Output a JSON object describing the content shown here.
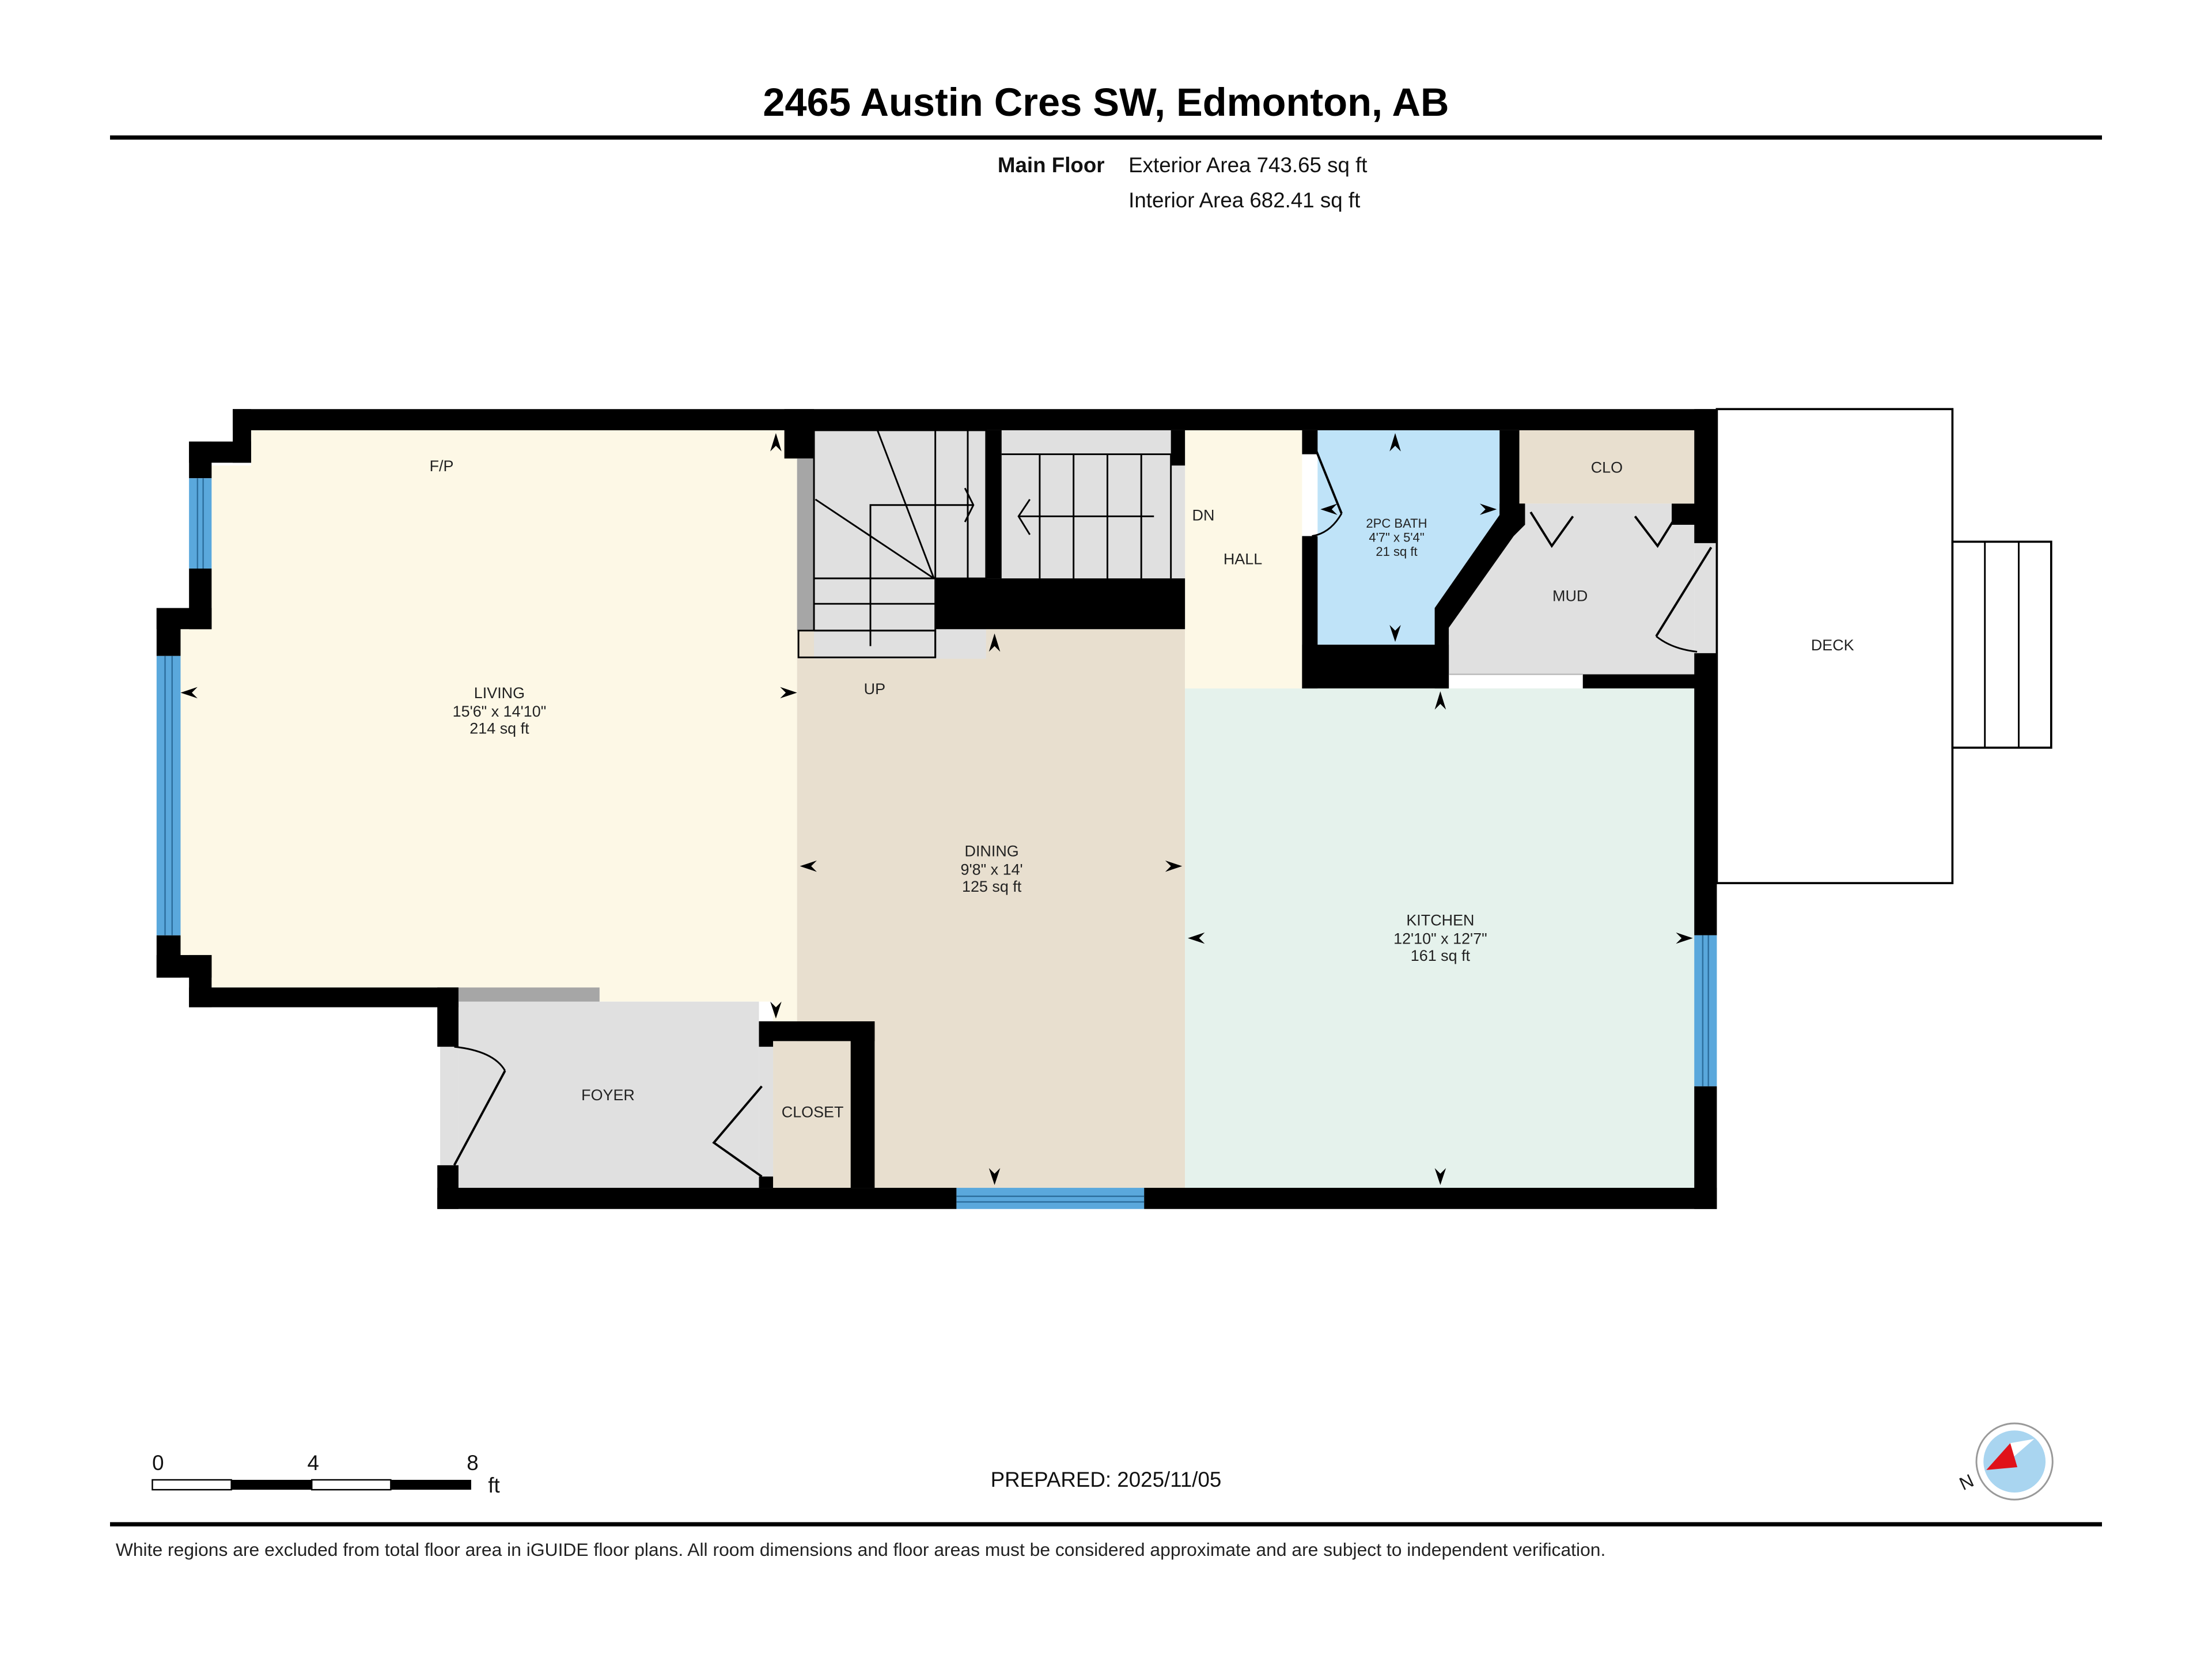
{
  "header": {
    "title": "2465 Austin Cres SW, Edmonton, AB",
    "floor_label": "Main Floor",
    "exterior_area": "Exterior Area 743.65 sq ft",
    "interior_area": "Interior Area 682.41 sq ft"
  },
  "rooms": {
    "living": {
      "name": "LIVING",
      "dims": "15'6\" x 14'10\"",
      "area": "214 sq ft",
      "color": "#fdf8e6"
    },
    "fireplace": {
      "label": "F/P"
    },
    "dining": {
      "name": "DINING",
      "dims": "9'8\" x 14'",
      "area": "125 sq ft",
      "color": "#e8dfcf"
    },
    "kitchen": {
      "name": "KITCHEN",
      "dims": "12'10\" x 12'7\"",
      "area": "161 sq ft",
      "color": "#e5f2ec"
    },
    "bath": {
      "name": "2PC BATH",
      "dims": "4'7\" x 5'4\"",
      "area": "21 sq ft",
      "color": "#bfe3f8"
    },
    "hall": {
      "name": "HALL",
      "color": "#fdf8e6"
    },
    "mud": {
      "name": "MUD",
      "color": "#e0e0e0"
    },
    "clo": {
      "name": "CLO",
      "color": "#e8dfcf"
    },
    "foyer": {
      "name": "FOYER",
      "color": "#e0e0e0"
    },
    "closet": {
      "name": "CLOSET",
      "color": "#e8dfcf"
    },
    "deck": {
      "name": "DECK",
      "color": "#ffffff"
    }
  },
  "stairs": {
    "up_label": "UP",
    "down_label": "DN",
    "color": "#e0e0e0"
  },
  "colors": {
    "wall": "#000000",
    "window": "#5aa8dc",
    "railing": "#a6a6a6"
  },
  "scale_bar": {
    "ticks": [
      "0",
      "4",
      "8"
    ],
    "unit": "ft"
  },
  "prepared": "PREPARED: 2025/11/05",
  "compass": {
    "label": "N"
  },
  "footer": {
    "disclaimer": "White regions are excluded from total floor area in iGUIDE floor plans. All room dimensions and floor areas must be considered approximate and are subject to independent verification."
  }
}
